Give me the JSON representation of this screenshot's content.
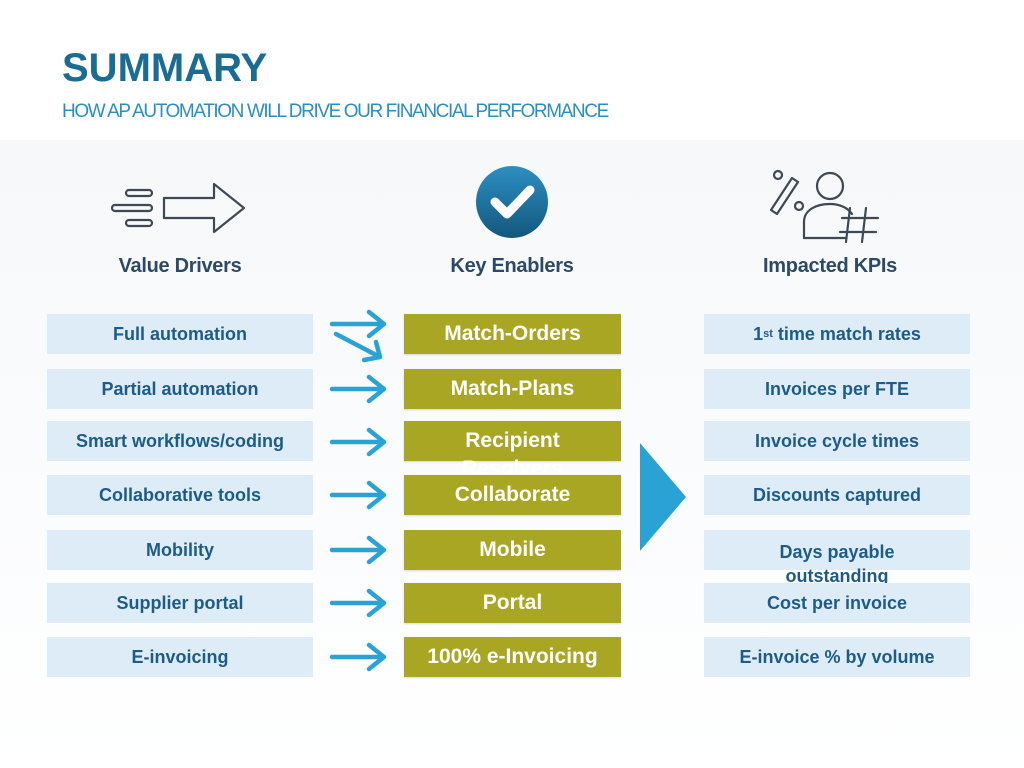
{
  "header": {
    "title": "SUMMARY",
    "subtitle": "HOW AP AUTOMATION WILL DRIVE OUR FINANCIAL PERFORMANCE"
  },
  "columns": {
    "drivers": "Value Drivers",
    "enablers": "Key Enablers",
    "kpis": "Impacted KPIs"
  },
  "drivers": [
    "Full automation",
    "Partial automation",
    "Smart workflows/coding",
    "Collaborative tools",
    "Mobility",
    "Supplier portal",
    "E-invoicing"
  ],
  "enablers": [
    "Match-Orders",
    "Match-Plans",
    "Recipient",
    "Collaborate",
    "Mobile",
    "Portal",
    "100% e-Invoicing"
  ],
  "enabler_overlap": "Resolvers",
  "kpis": [
    {
      "lead": "1",
      "sup": "st",
      "rest": " time match rates"
    },
    "Invoices per FTE",
    "Invoice cycle times",
    "Discounts captured",
    "Days payable outstanding",
    "Cost per invoice",
    "E-invoice % by volume"
  ],
  "colors": {
    "title": "#1b6c93",
    "subtitle": "#2a8fc0",
    "box_fill": "#ddecf6",
    "box_text": "#1d5c86",
    "enabler_fill": "#a9a624",
    "arrow": "#2aa3d4",
    "triangle": "#2aa3d4",
    "check_circle": "#1a6f9a"
  },
  "icons": {
    "drivers": "arrow-right-icon",
    "enablers": "checkmark-icon",
    "kpis": "percent-person-hash-icon"
  }
}
